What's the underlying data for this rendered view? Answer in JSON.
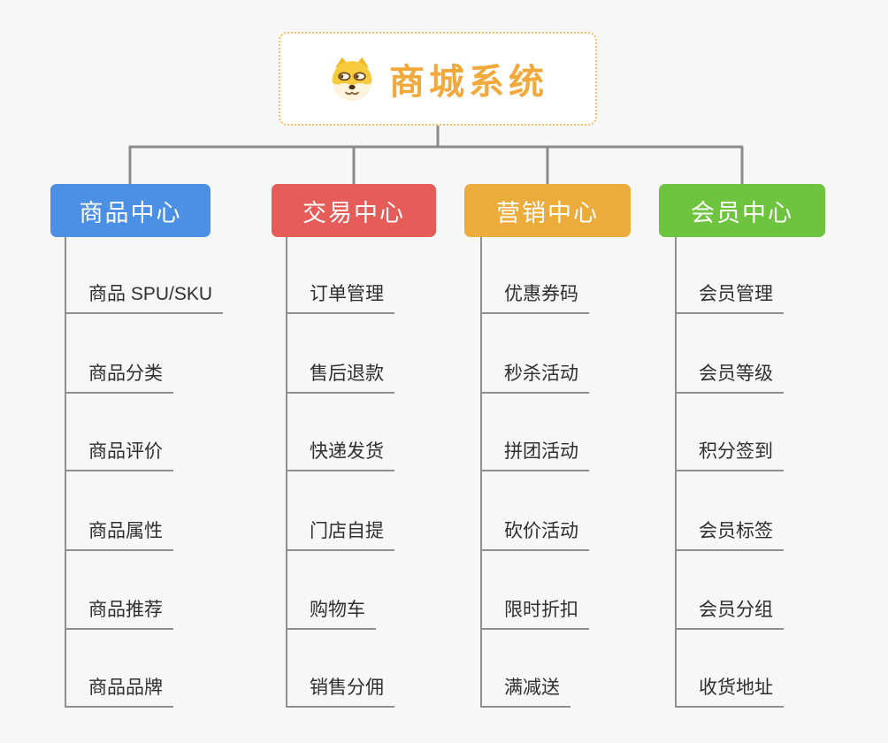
{
  "canvas": {
    "background": "#f7f7f7",
    "connector_color": "#8c8c8c"
  },
  "root": {
    "title": "商城系统",
    "icon": "shiba-dog-icon",
    "text_color": "#f2a93c",
    "border_color": "#f7bd66"
  },
  "branches": [
    {
      "id": "product-center",
      "label": "商品中心",
      "color": "#4c90e6",
      "items": [
        "商品 SPU/SKU",
        "商品分类",
        "商品评价",
        "商品属性",
        "商品推荐",
        "商品品牌"
      ]
    },
    {
      "id": "trade-center",
      "label": "交易中心",
      "color": "#e55c59",
      "items": [
        "订单管理",
        "售后退款",
        "快递发货",
        "门店自提",
        "购物车",
        "销售分佣"
      ]
    },
    {
      "id": "marketing-center",
      "label": "营销中心",
      "color": "#ebac3c",
      "items": [
        "优惠券码",
        "秒杀活动",
        "拼团活动",
        "砍价活动",
        "限时折扣",
        "满减送"
      ]
    },
    {
      "id": "member-center",
      "label": "会员中心",
      "color": "#6ec43f",
      "items": [
        "会员管理",
        "会员等级",
        "积分签到",
        "会员标签",
        "会员分组",
        "收货地址"
      ]
    }
  ]
}
